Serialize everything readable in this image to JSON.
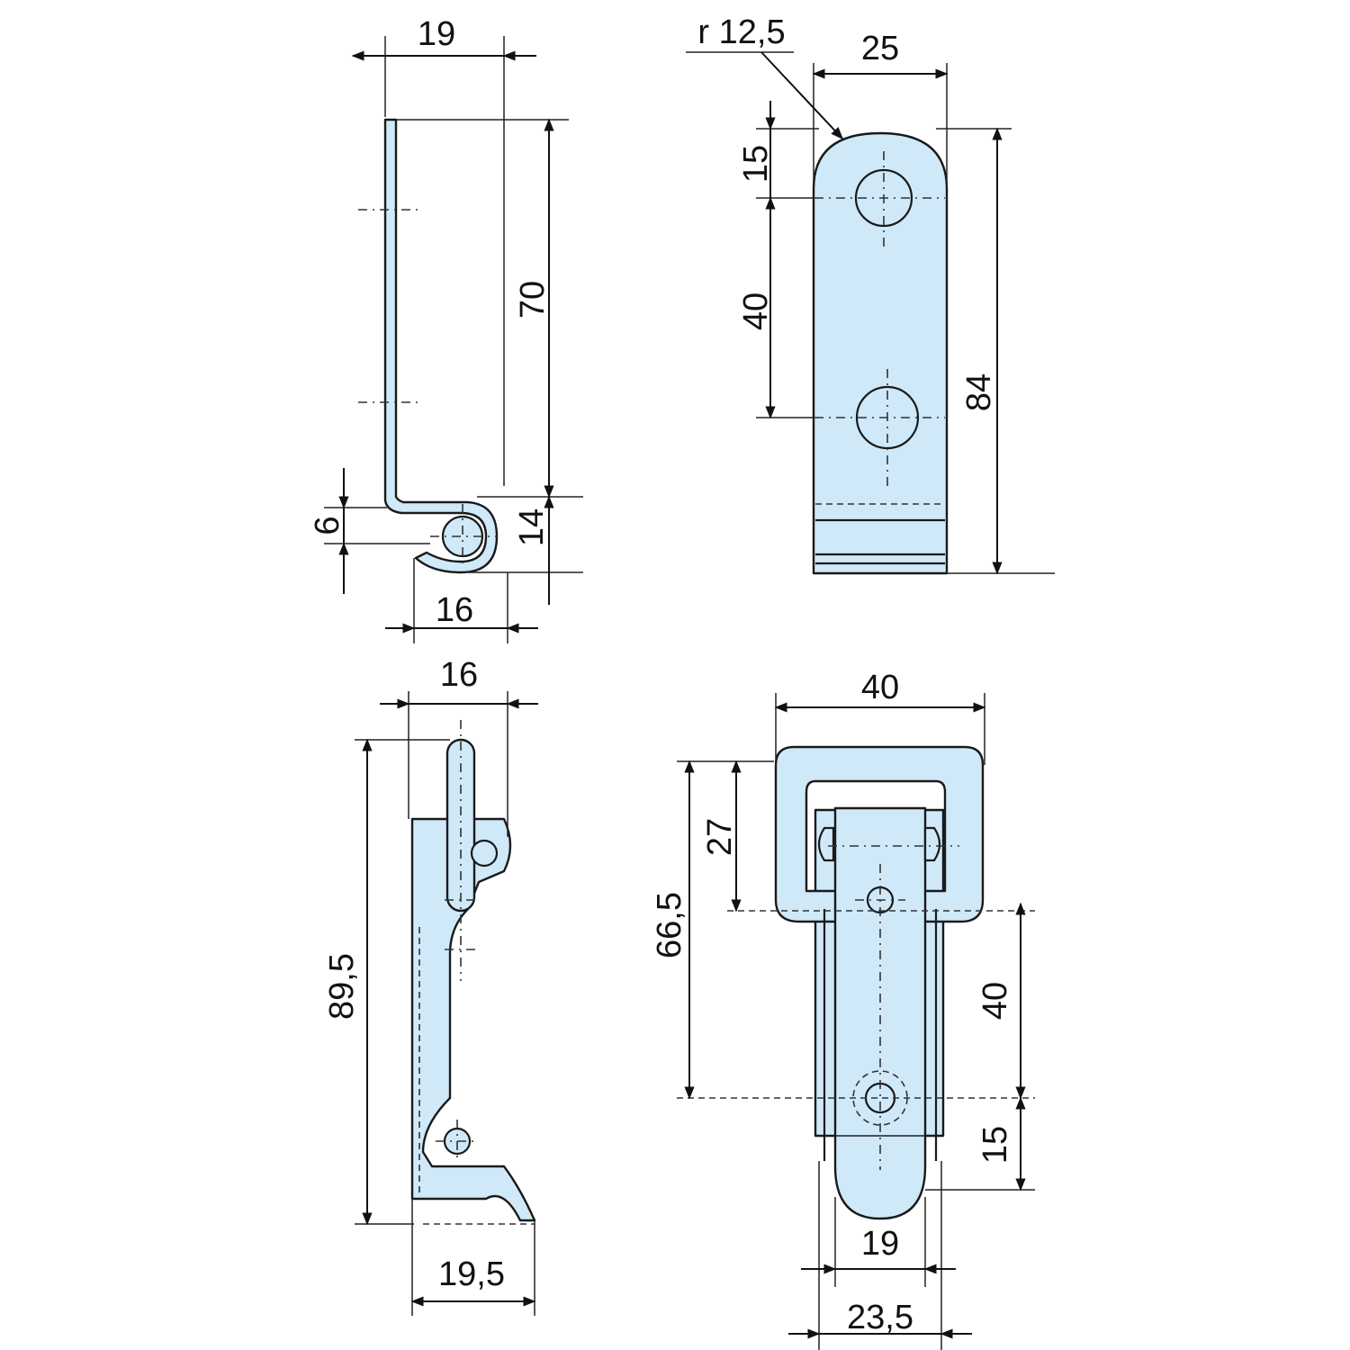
{
  "views": {
    "hook_side": {
      "dims": {
        "width_top": "19",
        "height": "70",
        "hook_offset": "6",
        "hook_height": "14",
        "hook_width": "16"
      }
    },
    "hook_front": {
      "dims": {
        "radius": "r 12,5",
        "width": "25",
        "hole_top": "15",
        "hole_pitch": "40",
        "length": "84"
      }
    },
    "latch_side": {
      "dims": {
        "width_top": "16",
        "length": "89,5",
        "width_bottom": "19,5"
      }
    },
    "latch_front": {
      "dims": {
        "bail_width": "40",
        "bail_to_hole": "27",
        "bail_to_lower_hole": "66,5",
        "hole_pitch": "40",
        "hole_to_end": "15",
        "inner_width": "19",
        "outer_width": "23,5"
      }
    }
  },
  "colors": {
    "part_fill": "#cfe9f9",
    "line": "#1a1a1a",
    "background": "#ffffff"
  }
}
